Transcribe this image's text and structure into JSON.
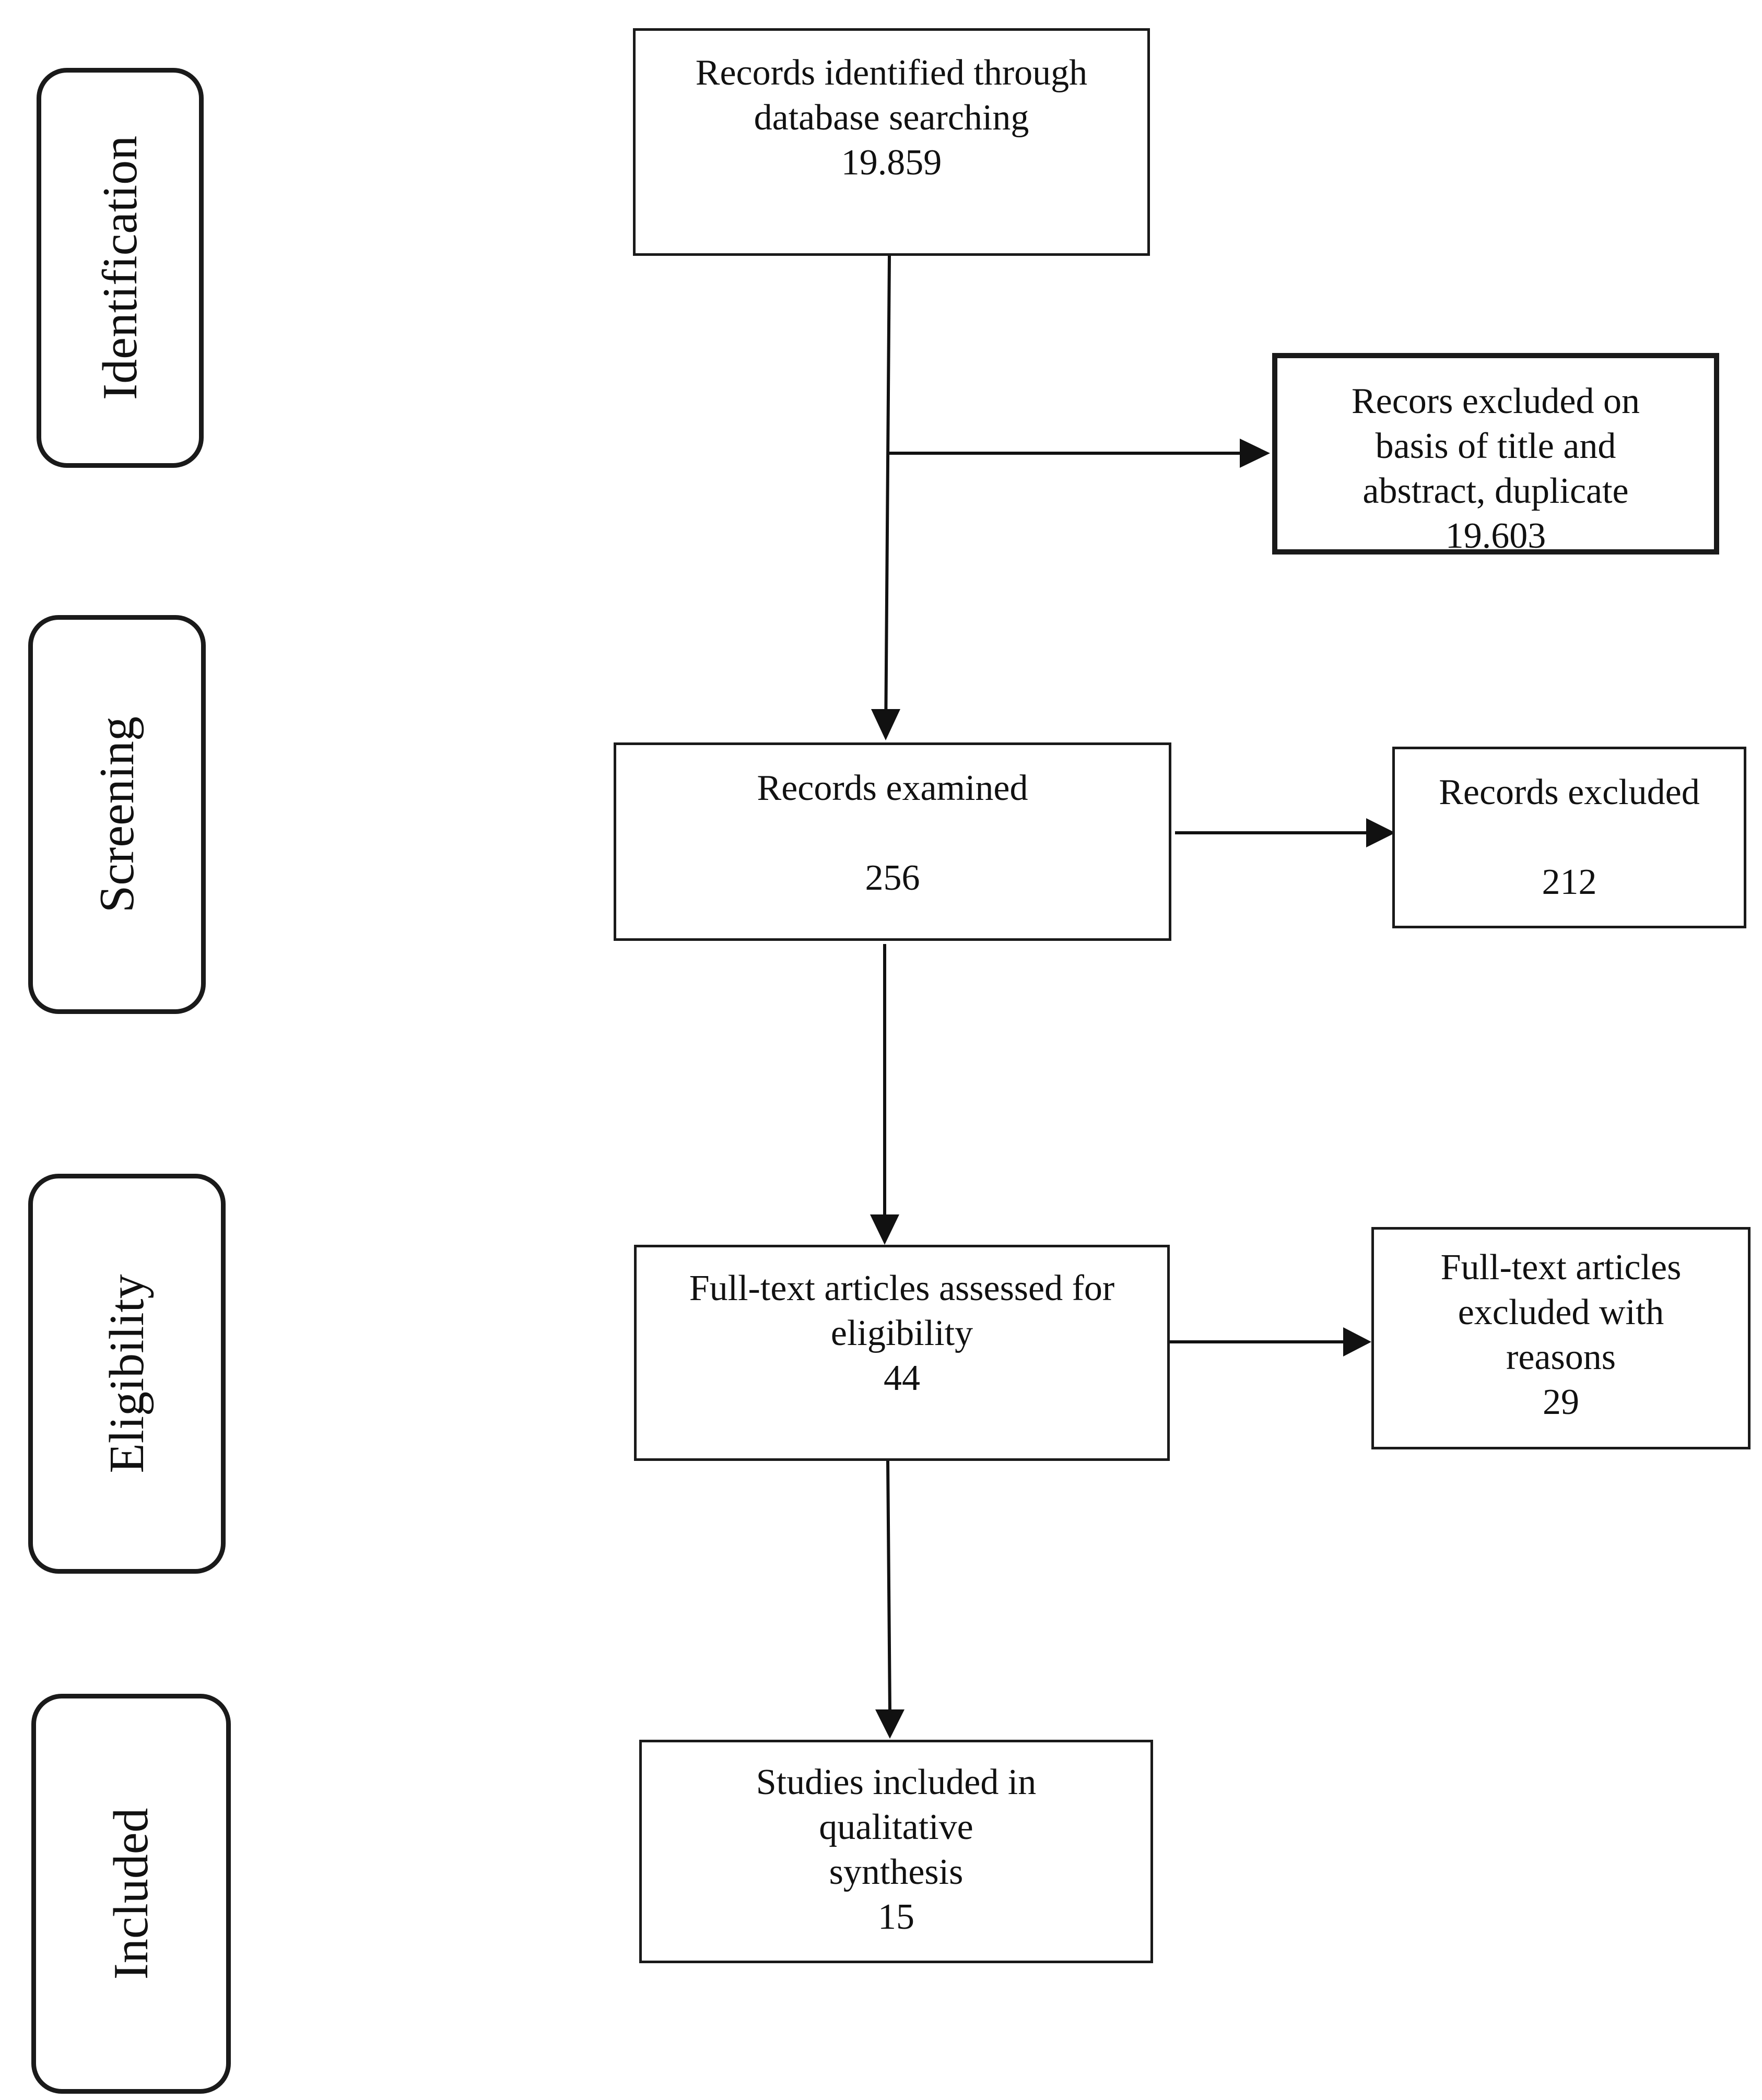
{
  "phases": {
    "identification": "Identification",
    "screening": "Screening",
    "eligibility": "Eligibility",
    "included": "Included"
  },
  "boxes": {
    "records_identified": {
      "line1": "Records identified through",
      "line2": "database searching",
      "count": "19.859"
    },
    "records_excluded_title_abstract": {
      "line1": "Recors excluded on",
      "line2": "basis of title and",
      "line3": "abstract, duplicate",
      "count": "19.603"
    },
    "records_examined": {
      "label": "Records examined",
      "count": "256"
    },
    "records_excluded": {
      "label": "Records excluded",
      "count": "212"
    },
    "full_text_assessed": {
      "line1": "Full-text articles assessed for",
      "line2": "eligibility",
      "count": "44"
    },
    "full_text_excluded": {
      "line1": "Full-text articles",
      "line2": "excluded with",
      "line3": "reasons",
      "count": "29"
    },
    "studies_included": {
      "line1": "Studies included in",
      "line2": "qualitative",
      "line3": "synthesis",
      "count": "15"
    }
  }
}
